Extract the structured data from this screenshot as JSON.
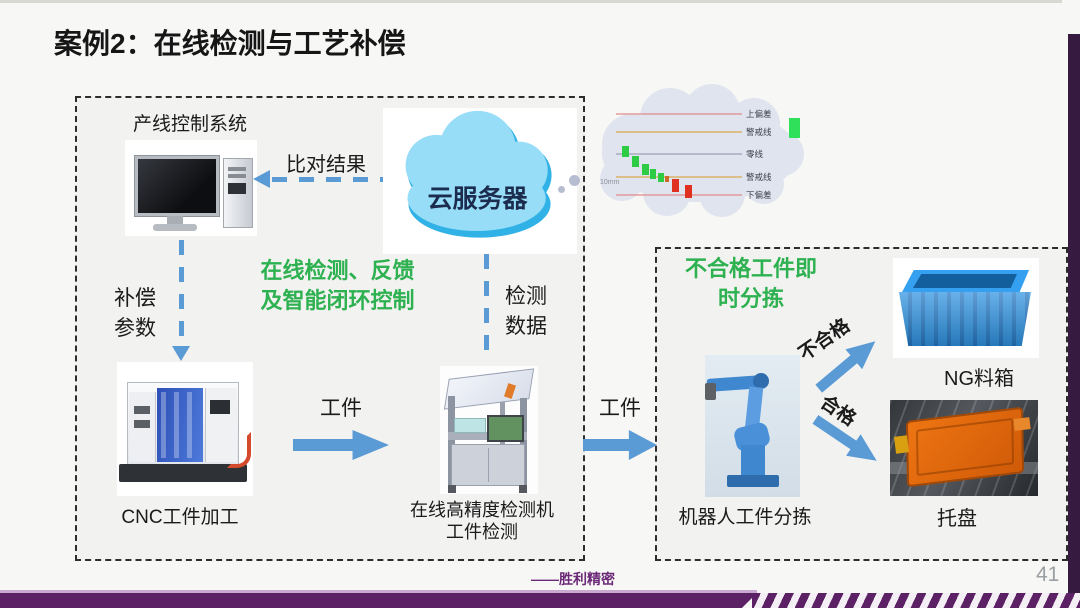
{
  "slide": {
    "title": "案例2：在线检测与工艺补偿",
    "brand": "——胜利精密",
    "page_number": "41"
  },
  "colors": {
    "accent_purple": "#5C2164",
    "arrow_blue": "#5B9BD5",
    "highlight_green": "#2EB150"
  },
  "left_panel": {
    "system_label": "产线控制系统",
    "compare_result_label": "比对结果",
    "cloud_server_label": "云服务器",
    "compensation_lines": [
      "补偿",
      "参数"
    ],
    "green_note_lines": [
      "在线检测、反馈",
      "及智能闭环控制"
    ],
    "detect_data_lines": [
      "检测",
      "数据"
    ],
    "workpiece_label": "工件",
    "cnc_label": "CNC工件加工",
    "detector_lines": [
      "在线高精度检测机",
      "工件检测"
    ]
  },
  "flow": {
    "workpiece_label": "工件"
  },
  "right_panel": {
    "green_note_lines": [
      "不合格工件即",
      "时分拣"
    ],
    "ng_path_label": "不合格",
    "ok_path_label": "合格",
    "ng_bin_label": "NG料箱",
    "robot_label": "机器人工件分拣",
    "tray_label": "托盘"
  },
  "thought_chart": {
    "type": "control-chart",
    "line_labels": [
      "上偏差",
      "警戒线",
      "零线",
      "警戒线",
      "下偏差"
    ],
    "annotation": "10mm",
    "marker_colors": {
      "in_control": "#2ecc45",
      "out_of_control": "#e03020"
    }
  }
}
